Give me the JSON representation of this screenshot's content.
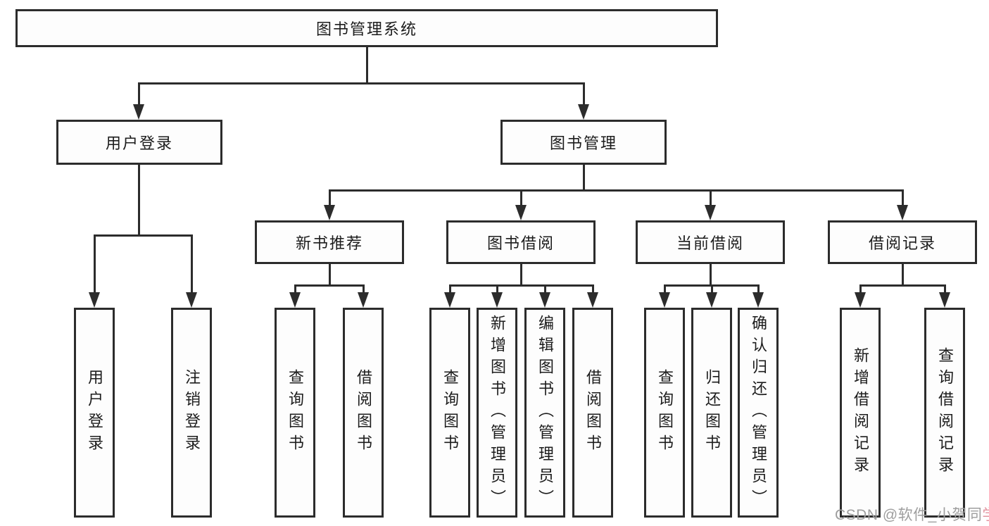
{
  "nodes": {
    "root": {
      "label": "图书管理系统"
    },
    "user_login": {
      "label": "用户登录"
    },
    "book_mgmt": {
      "label": "图书管理"
    },
    "new_book_rec": {
      "label": "新书推荐"
    },
    "book_borrow": {
      "label": "图书借阅"
    },
    "current_borrow": {
      "label": "当前借阅"
    },
    "borrow_records": {
      "label": "借阅记录"
    },
    "a1": {
      "label": "用户登录"
    },
    "a2": {
      "label": "注销登录"
    },
    "b1": {
      "label": "查询图书"
    },
    "b2": {
      "label": "借阅图书"
    },
    "c1": {
      "label": "查询图书"
    },
    "c2": {
      "label": "新增图书（管理员）"
    },
    "c3": {
      "label": "编辑图书（管理员）"
    },
    "c4": {
      "label": "借阅图书"
    },
    "d1": {
      "label": "查询图书"
    },
    "d2": {
      "label": "归还图书"
    },
    "d3": {
      "label": "确认归还（管理员）"
    },
    "e1": {
      "label": "新增借阅记录"
    },
    "e2": {
      "label": "查询借阅记录"
    }
  },
  "hierarchy": {
    "图书管理系统": {
      "用户登录": [
        "用户登录",
        "注销登录"
      ],
      "图书管理": {
        "新书推荐": [
          "查询图书",
          "借阅图书"
        ],
        "图书借阅": [
          "查询图书",
          "新增图书（管理员）",
          "编辑图书（管理员）",
          "借阅图书"
        ],
        "当前借阅": [
          "查询图书",
          "归还图书",
          "确认归还（管理员）"
        ],
        "借阅记录": [
          "新增借阅记录",
          "查询借阅记录"
        ]
      }
    }
  },
  "watermark": {
    "prefix": "CSDN @软件_小贺同",
    "suffix": "学"
  },
  "colors": {
    "line": "#2c2c2c",
    "box_background": "#fdfdfd",
    "text": "#1c1c1c",
    "watermark_gray": "#9e9e9e",
    "watermark_pink": "#e2949f"
  }
}
